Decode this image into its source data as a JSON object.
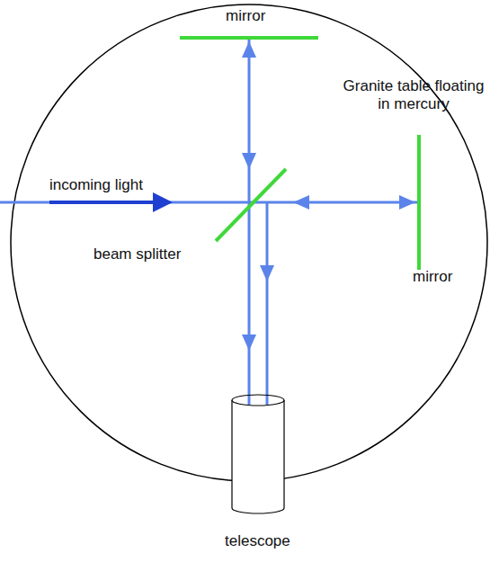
{
  "diagram": {
    "labels": [
      "mirror",
      "Granite table floating in mercury",
      "incoming light",
      "beam splitter",
      "mirror",
      "telescope"
    ]
  }
}
